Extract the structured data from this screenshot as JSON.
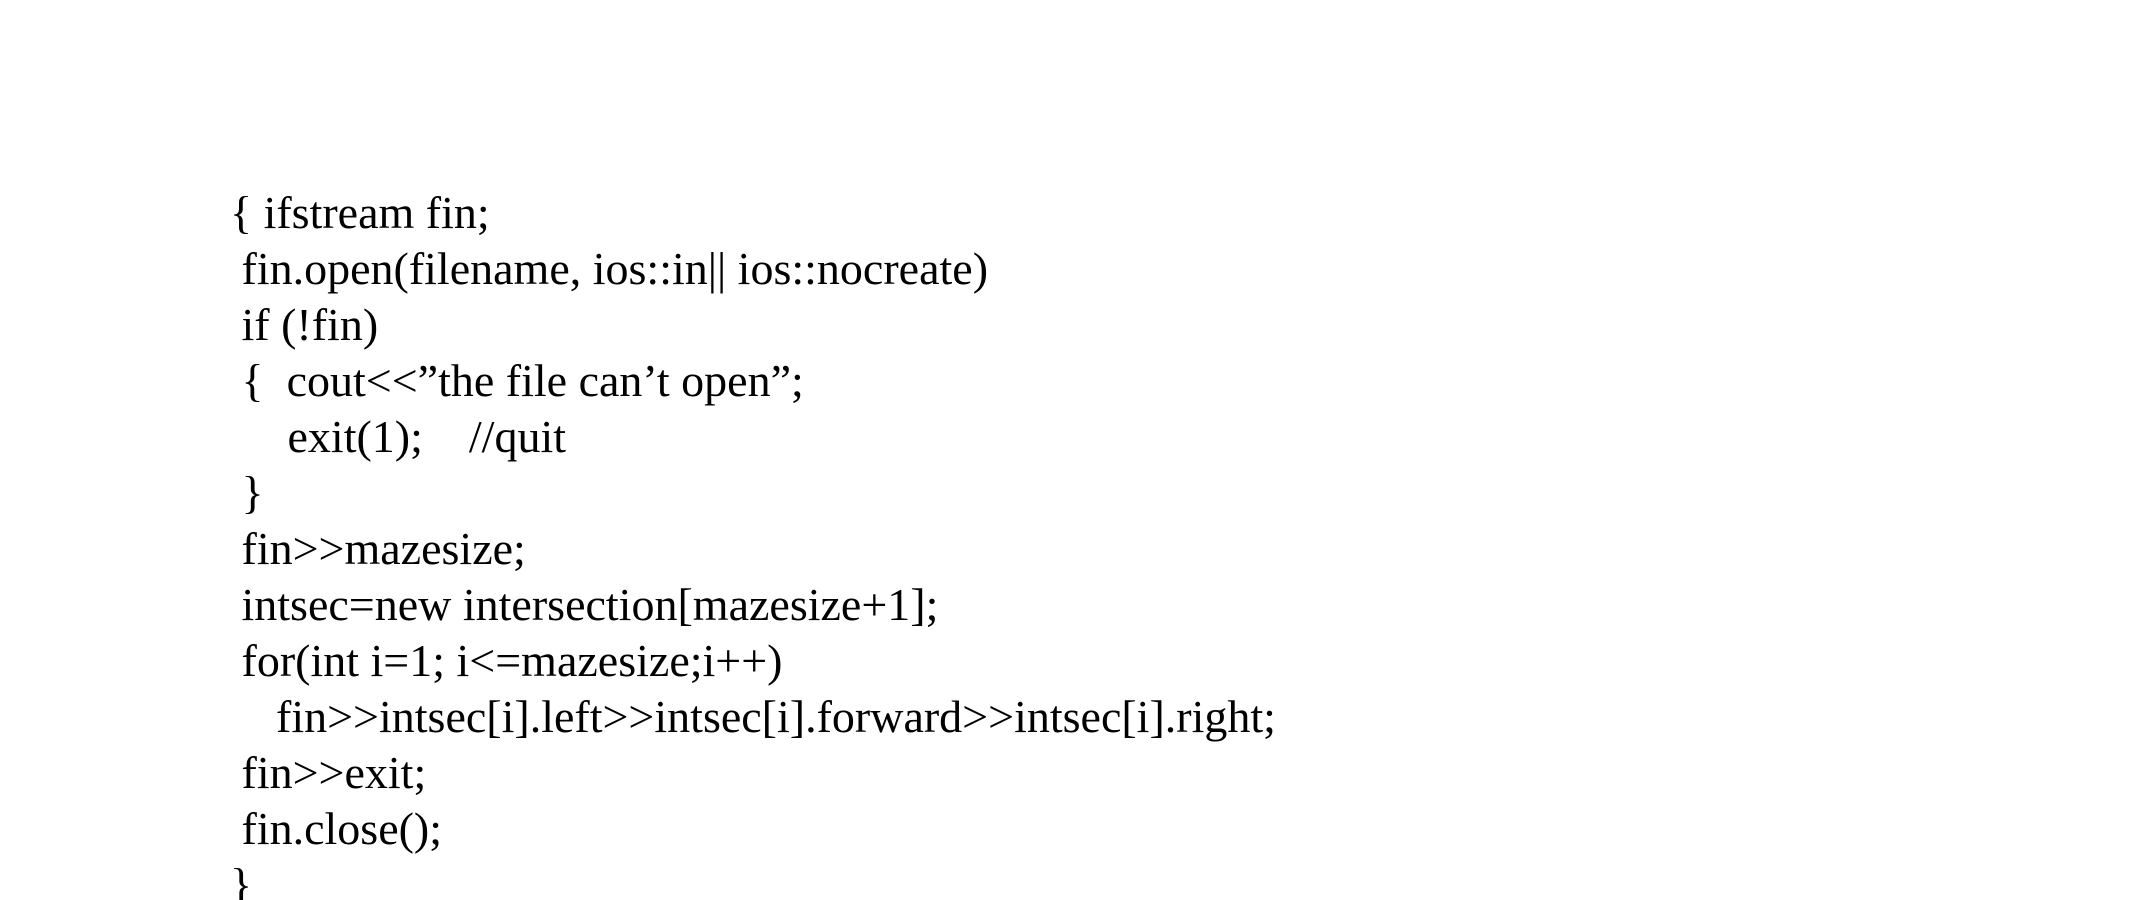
{
  "code_lines": [
    "{ ifstream fin;",
    " fin.open(filename, ios::in|| ios::nocreate)",
    " if (!fin)",
    " {  cout<<”the file can’t open”;",
    "     exit(1);    //quit",
    " }",
    " fin>>mazesize;",
    " intsec=new intersection[mazesize+1];",
    " for(int i=1; i<=mazesize;i++)",
    "    fin>>intsec[i].left>>intsec[i].forward>>intsec[i].right;",
    " fin>>exit;",
    " fin.close();",
    "}"
  ]
}
